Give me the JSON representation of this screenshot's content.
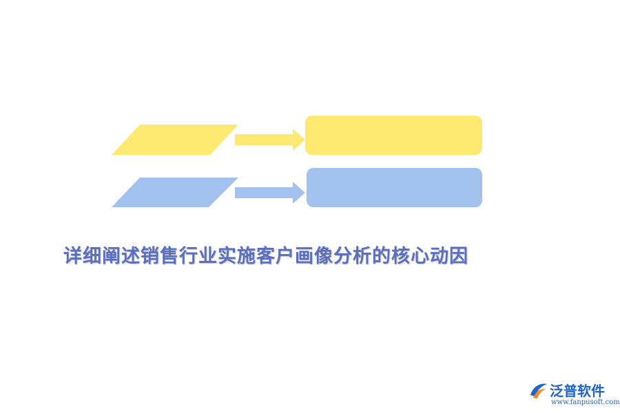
{
  "title": "详细阐述销售行业实施客户画像分析的核心动因",
  "colors": {
    "yellow": "#fde871",
    "yellow_arrow": "#fde871",
    "blue": "#a3c1ee",
    "blue_arrow": "#a3c1ee",
    "title": "#5b6fbf",
    "logo_blue": "#1f64c8",
    "logo_orange": "#f08a2a"
  },
  "rows": [
    {
      "label": "",
      "box_text": "",
      "color": "yellow"
    },
    {
      "label": "",
      "box_text": "",
      "color": "blue"
    }
  ],
  "logo": {
    "name": "泛普软件",
    "url": "www.fanpusoft.com",
    "icon": "fanpu-logo-icon"
  }
}
